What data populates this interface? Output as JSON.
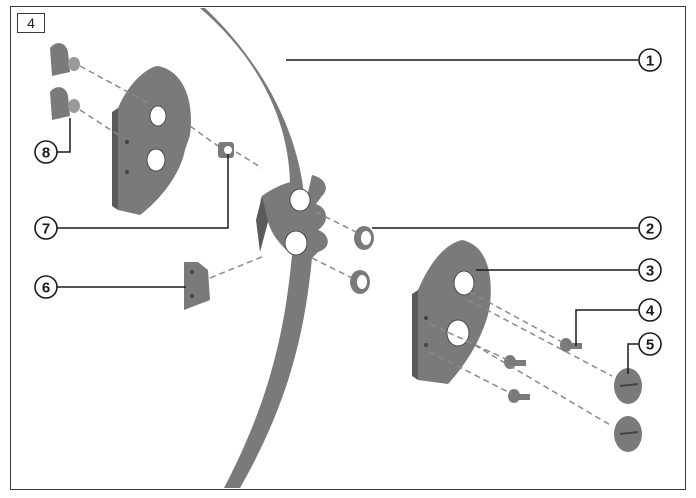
{
  "step": {
    "number": "4"
  },
  "callouts": [
    {
      "id": "1",
      "label": "1"
    },
    {
      "id": "2",
      "label": "2"
    },
    {
      "id": "3",
      "label": "3"
    },
    {
      "id": "4",
      "label": "4"
    },
    {
      "id": "5",
      "label": "5"
    },
    {
      "id": "6",
      "label": "6"
    },
    {
      "id": "7",
      "label": "7"
    },
    {
      "id": "8",
      "label": "8"
    }
  ],
  "colors": {
    "part": "#7a7a7a",
    "outline": "#1a1a1a",
    "dash": "#8a8a8a"
  }
}
